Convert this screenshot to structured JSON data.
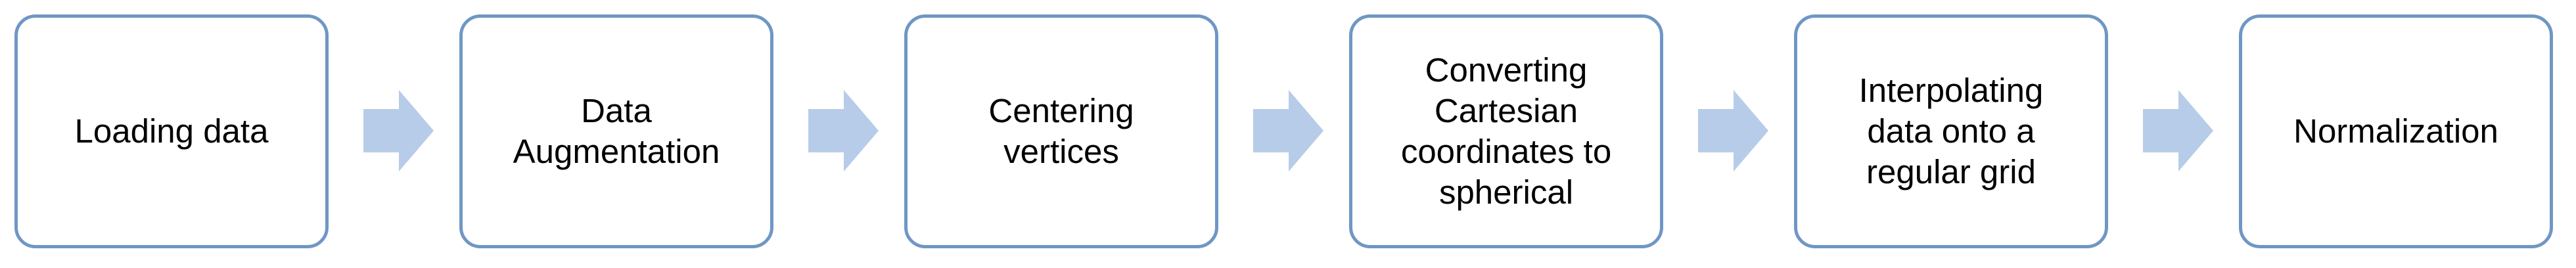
{
  "diagram": {
    "type": "pipeline",
    "colors": {
      "box_border": "#6f97c4",
      "arrow_fill": "#b7cce8",
      "text": "#000000",
      "background": "#ffffff"
    },
    "steps": [
      {
        "label": "Loading data"
      },
      {
        "label": "Data\nAugmentation"
      },
      {
        "label": "Centering\nvertices"
      },
      {
        "label": "Converting\nCartesian\ncoordinates to\nspherical"
      },
      {
        "label": "Interpolating\ndata onto a\nregular grid"
      },
      {
        "label": "Normalization"
      }
    ],
    "connector_icon": "right-arrow-icon"
  }
}
